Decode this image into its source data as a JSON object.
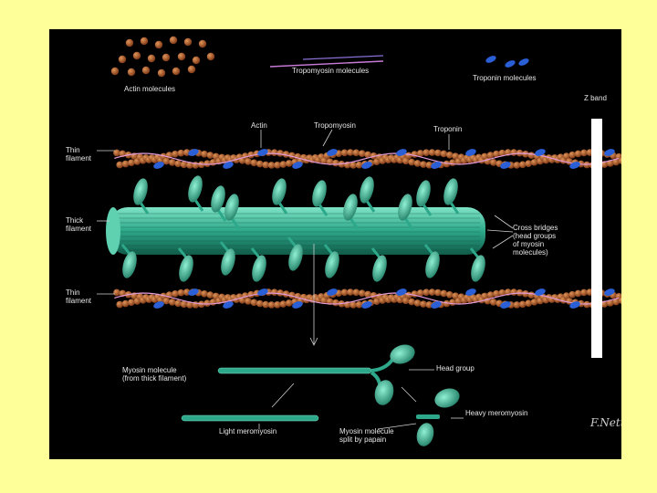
{
  "labels": {
    "actin_molecules": "Actin molecules",
    "tropomyosin_molecules": "Tropomyosin molecules",
    "troponin_molecules": "Troponin molecules",
    "z_band": "Z band",
    "actin": "Actin",
    "tropomyosin": "Tropomyosin",
    "troponin": "Troponin",
    "thin_filament_top_1": "Thin",
    "thin_filament_top_2": "filament",
    "thick_filament_1": "Thick",
    "thick_filament_2": "filament",
    "thin_filament_bottom_1": "Thin",
    "thin_filament_bottom_2": "filament",
    "cross_bridges_1": "Cross bridges",
    "cross_bridges_2": "(head groups",
    "cross_bridges_3": "of myosin",
    "cross_bridges_4": "molecules)",
    "myosin_molecule_1": "Myosin molecule",
    "myosin_molecule_2": "(from thick filament)",
    "head_group": "Head group",
    "heavy_meromyosin": "Heavy meromyosin",
    "light_meromyosin": "Light meromyosin",
    "papain_1": "Myosin molecule",
    "papain_2": "split by papain"
  },
  "signature": "F.Netter",
  "colors": {
    "background": "#ffff99",
    "panel": "#000000",
    "actin": "#b5602a",
    "troponin": "#2a5fd6",
    "myosin": "#2ea88a",
    "z_band": "#ffffff"
  }
}
